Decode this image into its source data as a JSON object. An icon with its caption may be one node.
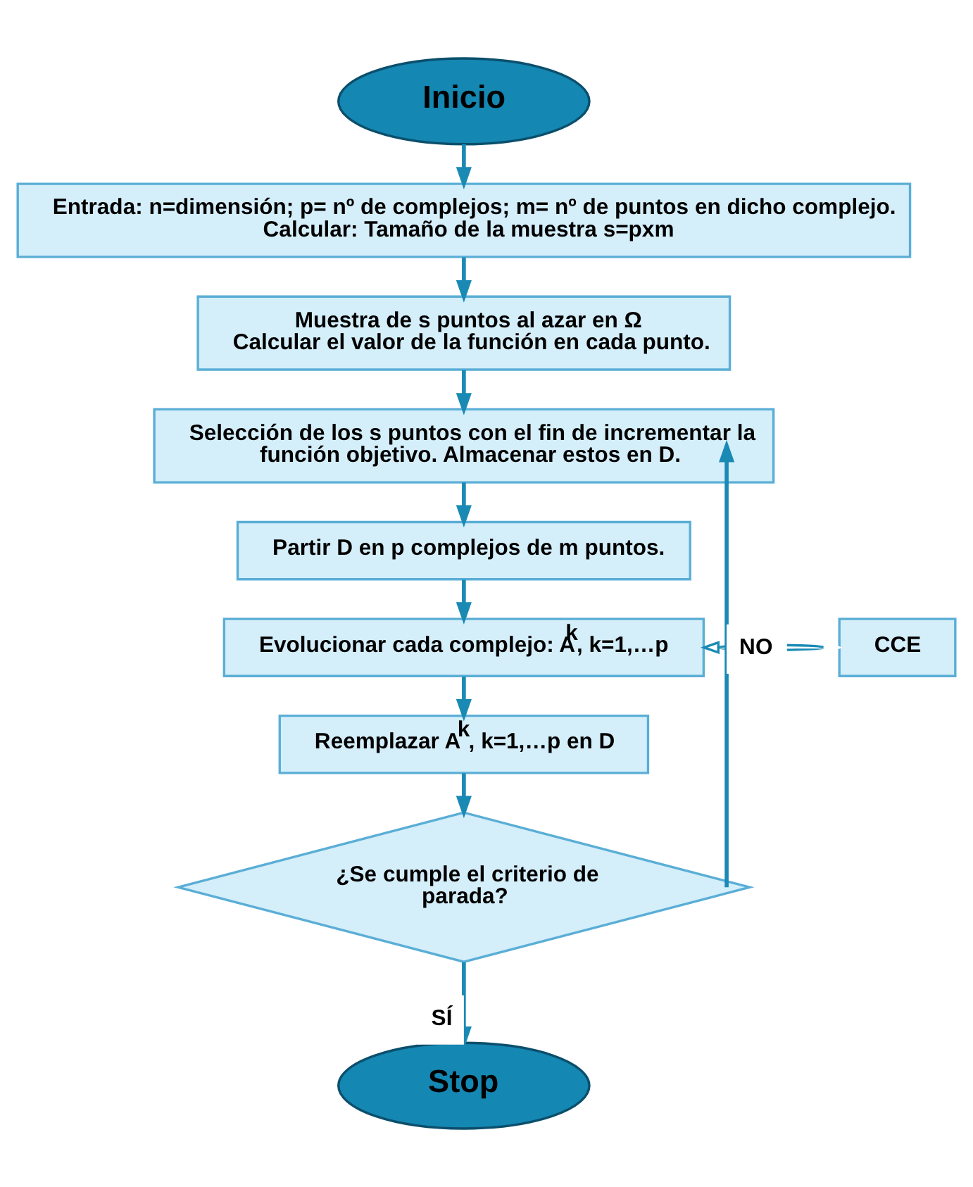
{
  "diagram": {
    "nodes": [
      {
        "text": [
          "Inicio"
        ]
      },
      {
        "text": [
          "Entrada: n=dimensión; p= nº de complejos; m= nº de puntos en dicho complejo.",
          "Calcular: Tamaño de la muestra s=pxm"
        ]
      },
      {
        "text": [
          "Muestra de s puntos al azar en Ω",
          "Calcular el valor de la función en cada punto."
        ]
      },
      {
        "text": [
          "Selección de los s puntos con el fin de incrementar la función objetivo. Almacenar estos en D."
        ]
      },
      {
        "text": [
          "Partir D en p complejos de m puntos."
        ]
      },
      {
        "text": [
          "Evolucionar cada complejo: A$^{k}$, k=1,…p"
        ]
      },
      {
        "text": [
          "CCE"
        ]
      },
      {
        "text": [
          "Reemplazar A$^{k}$, k=1,…p en D"
        ]
      },
      {
        "text": [
          "¿Se cumple el criterio de parada?"
        ]
      },
      {
        "text": [
          "Stop"
        ]
      }
    ],
    "edges": [
      {
        "from": 0,
        "to": 1,
        "arrow": "to"
      },
      {
        "from": 1,
        "to": 2,
        "arrow": "to"
      },
      {
        "from": 2,
        "to": 3,
        "arrow": "to"
      },
      {
        "from": 3,
        "to": 4,
        "arrow": "to"
      },
      {
        "from": 4,
        "to": 5,
        "arrow": "to"
      },
      {
        "from": 5,
        "to": 6,
        "arrow": "both"
      },
      {
        "from": 5,
        "to": 7,
        "arrow": "to"
      },
      {
        "from": 7,
        "to": 8,
        "arrow": "to"
      },
      {
        "from": 8,
        "to": 3,
        "arrow": "to",
        "label": "NO"
      },
      {
        "from": 8,
        "to": 9,
        "arrow": "to",
        "label": "SÍ"
      }
    ]
  }
}
